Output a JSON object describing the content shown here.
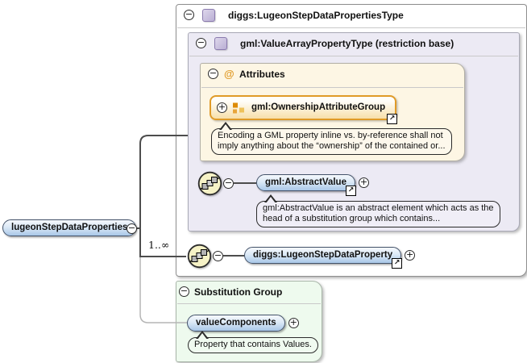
{
  "root": {
    "label": "lugeonStepDataProperties"
  },
  "complex_type": {
    "title": "diggs:LugeonStepDataPropertiesType"
  },
  "base_type": {
    "title": "gml:ValueArrayPropertyType (restriction base)"
  },
  "attributes": {
    "title": "Attributes",
    "at_icon": "@"
  },
  "ownership_group": {
    "label": "gml:OwnershipAttributeGroup",
    "annotation_line1": "Encoding a GML property inline vs. by-reference shall not",
    "annotation_line2": "imply anything about the “ownership” of the contained or..."
  },
  "abstract_value": {
    "label": "gml:AbstractValue",
    "annotation_line1": "gml:AbstractValue is an abstract element which acts as the",
    "annotation_line2": "head of a substitution group which contains..."
  },
  "step_property": {
    "label": "diggs:LugeonStepDataProperty",
    "cardinality": "1..∞"
  },
  "substitution_group": {
    "title": "Substitution Group",
    "member_label": "valueComponents",
    "member_annotation": "Property that contains Values."
  },
  "icons": {
    "collapse": "−",
    "expand": "+",
    "link": "↗"
  },
  "colors": {
    "accent_orange": "#e09b28",
    "lavender_bg": "#eceaf4",
    "cream_bg": "#fdf6e4",
    "green_bg": "#eefaee",
    "pill_blue": "#a9c7e8",
    "icon_purple": "#b9aed3",
    "sequence_yellow": "#f6f2c6"
  }
}
